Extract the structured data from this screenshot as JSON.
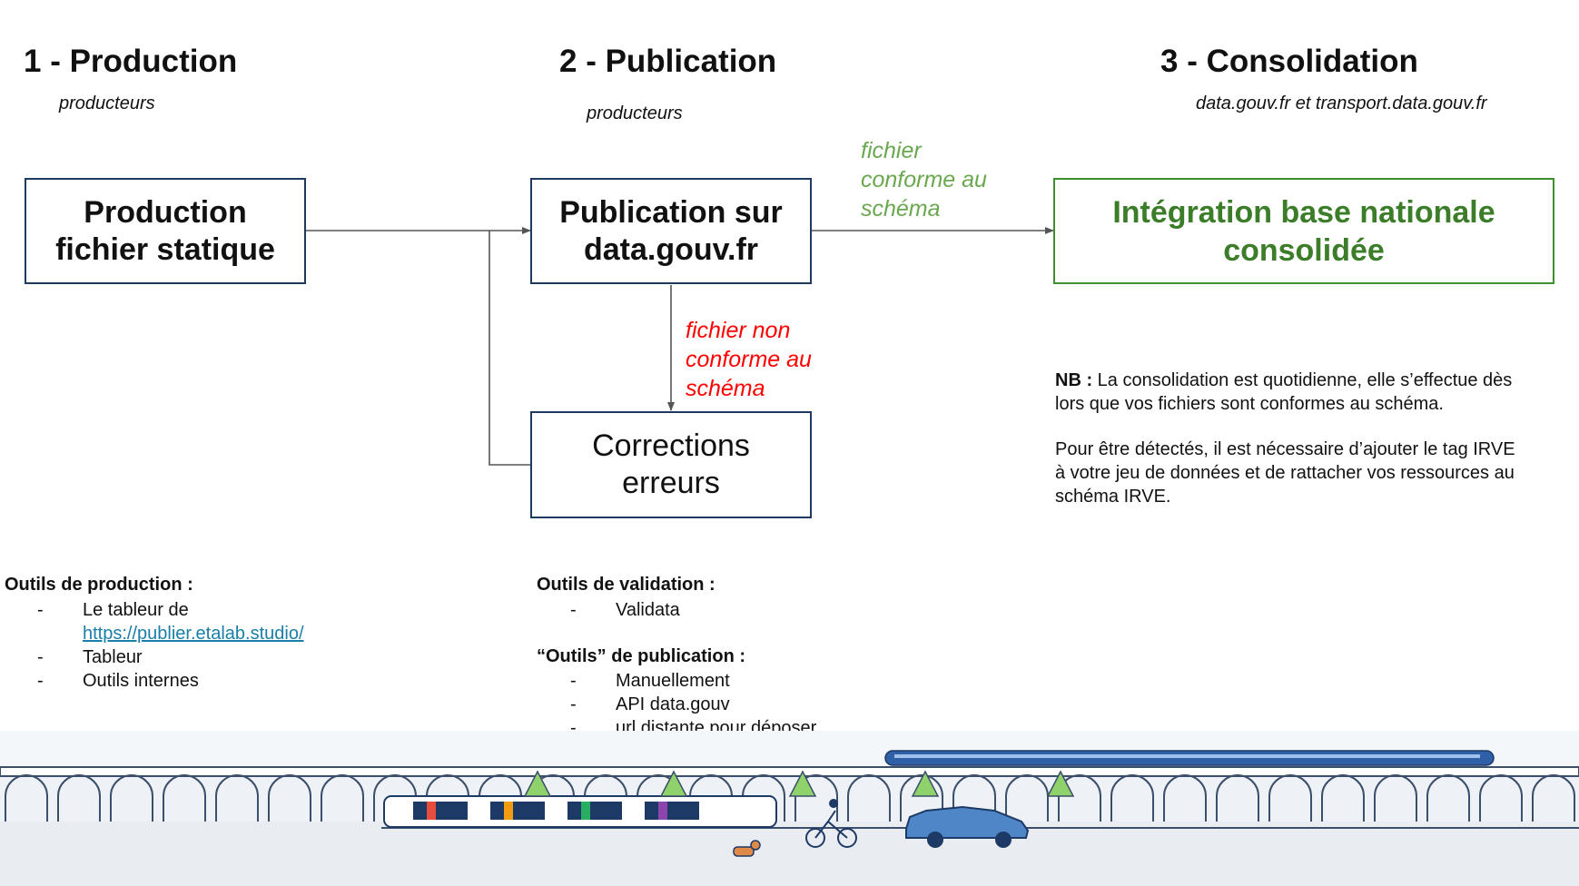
{
  "stages": [
    {
      "title": "1 - Production",
      "subtitle": "producteurs"
    },
    {
      "title": "2 - Publication",
      "subtitle": "producteurs"
    },
    {
      "title": "3 - Consolidation",
      "subtitle": "data.gouv.fr et transport.data.gouv.fr"
    }
  ],
  "nodes": {
    "production": {
      "line1": "Production",
      "line2": "fichier statique"
    },
    "publication": {
      "line1": "Publication sur",
      "line2": "data.gouv.fr"
    },
    "corrections": {
      "line1": "Corrections",
      "line2": "erreurs"
    },
    "integration": {
      "line1": "Intégration base nationale",
      "line2": "consolidée"
    }
  },
  "edges": {
    "conforme": {
      "line1": "fichier",
      "line2": "conforme au",
      "line3": "schéma",
      "color": "#6aa84f"
    },
    "non_conforme": {
      "line1": "fichier non",
      "line2": "conforme au",
      "line3": "schéma",
      "color": "#ff0000"
    }
  },
  "nb": {
    "label": "NB :",
    "text1": "La consolidation est quotidienne, elle s’effectue dès lors que vos fichiers sont conformes au schéma.",
    "text2": "Pour être détectés, il est nécessaire d’ajouter le tag IRVE à votre jeu de données et de rattacher vos ressources au schéma IRVE."
  },
  "tools_production": {
    "heading": "Outils de production :",
    "item1_text": "Le tableur de",
    "item1_link": "https://publier.etalab.studio/",
    "item2": "Tableur",
    "item3": "Outils internes"
  },
  "tools_validation": {
    "heading": "Outils de validation :",
    "item1": "Validata"
  },
  "tools_publication": {
    "heading": "“Outils” de publication :",
    "items": [
      "Manuellement",
      "API data.gouv",
      "url distante pour déposer"
    ]
  },
  "colors": {
    "box_border": "#1f3a60",
    "green": "#3b7d28",
    "red": "#ff0000",
    "link": "#1a7fa8"
  }
}
